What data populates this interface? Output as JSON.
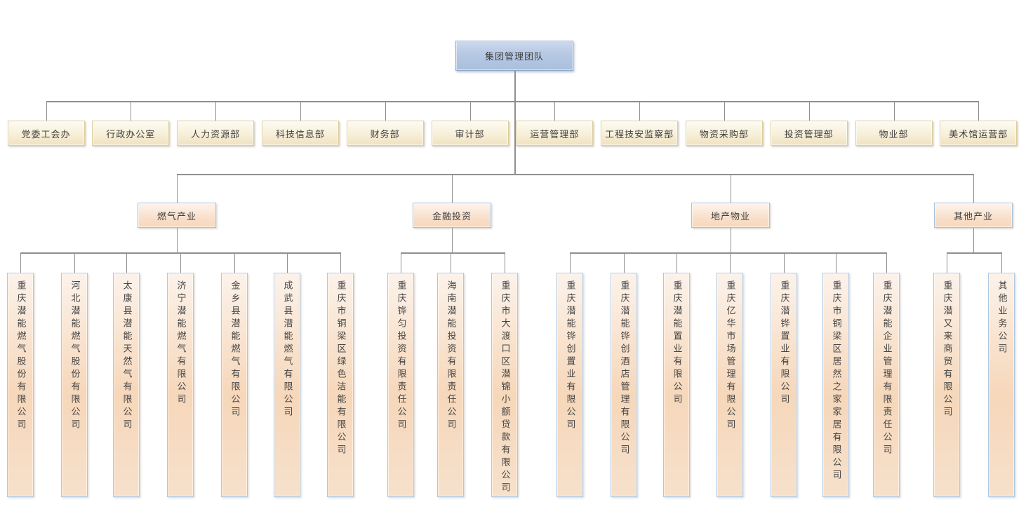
{
  "root": {
    "label": "集团管理团队"
  },
  "departments": [
    "党委工会办",
    "行政办公室",
    "人力资源部",
    "科技信息部",
    "财务部",
    "审计部",
    "运营管理部",
    "工程技安监察部",
    "物资采购部",
    "投资管理部",
    "物业部",
    "美术馆运营部"
  ],
  "categories": [
    {
      "label": "燃气产业",
      "children": [
        "重庆潜能燃气股份有限公司",
        "河北潜能燃气股份有限公司",
        "太康县潜能天然气有限公司",
        "济宁潜能燃气有限公司",
        "金乡县潜能燃气有限公司",
        "成武县潜能燃气有限公司",
        "重庆市铜梁区绿色洁能有限公司"
      ]
    },
    {
      "label": "金融投资",
      "children": [
        "重庆铧匀投资有限责任公司",
        "海南潜能投资有限责任公司",
        "重庆市大渡口区潜锦小额贷款有限公司"
      ]
    },
    {
      "label": "地产物业",
      "children": [
        "重庆潜能铧创置业有限公司",
        "重庆潜能铧创酒店管理有限公司",
        "重庆潜能置业有限公司",
        "重庆亿华市场管理有限公司",
        "重庆潜铧置业有限公司",
        "重庆市铜梁区居然之家家居有限公司",
        "重庆潜能企业管理有限责任公司"
      ]
    },
    {
      "label": "其他产业",
      "children": [
        "重庆潜又来商贸有限公司",
        "其他业务公司"
      ]
    }
  ],
  "colors": {
    "root_fill": "#b6c8e4",
    "root_border": "#8fa9ce",
    "department_fill": "#f3e8cc",
    "department_border": "#dccd9e",
    "category_fill": "#f6d8bd",
    "category_border": "#a6c2dd",
    "company_fill": "#f6d7ba",
    "company_border": "#aec8e2",
    "connector": "#8f8f8f"
  }
}
